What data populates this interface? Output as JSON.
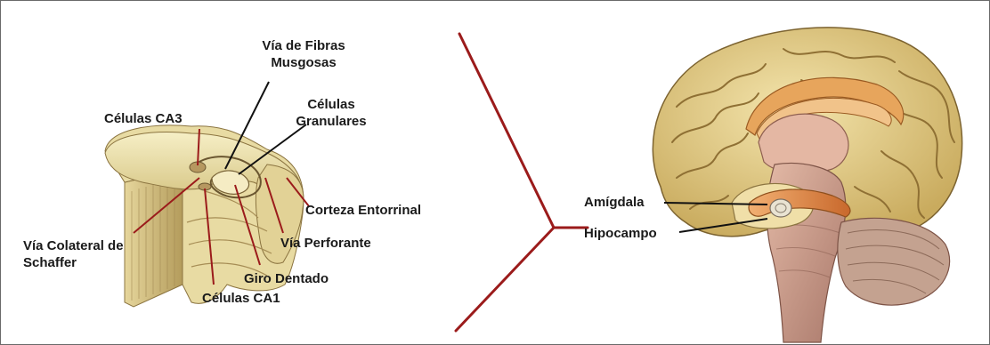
{
  "diagram": {
    "labels": {
      "via_fibras_musgosas": "Vía de Fibras Musgosas",
      "celulas_granulares": "Células Granulares",
      "celulas_ca3": "Células CA3",
      "corteza_entorrinal": "Corteza Entorrinal",
      "via_colateral_schaffer": "Vía Colateral de Schaffer",
      "via_perforante": "Vía Perforante",
      "giro_dentado": "Giro Dentado",
      "celulas_ca1": "Células CA1",
      "amigdala": "Amígdala",
      "hipocampo": "Hipocampo"
    },
    "colors": {
      "divider": "#9b1b1b",
      "leader": "#111111",
      "tissue_light": "#efe6b0",
      "tissue_mid": "#d9c98a",
      "tissue_dark": "#b49c5c",
      "brain_gyri": "#e2cc86",
      "brainstem": "#c99a8a",
      "hippocampus": "#d9853a"
    }
  }
}
